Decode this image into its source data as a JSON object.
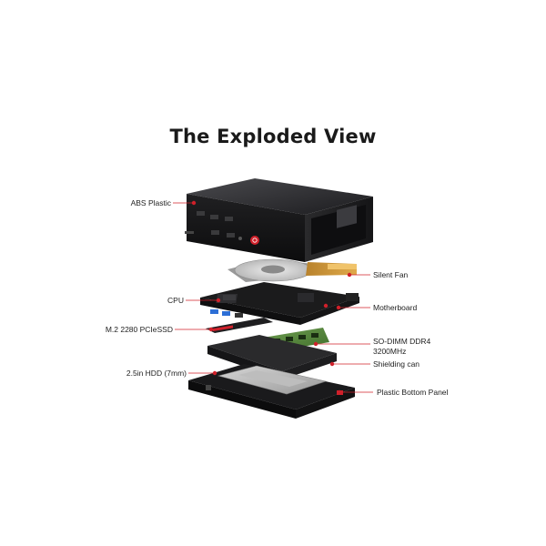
{
  "title": "The Exploded View",
  "accent_color": "#d0202a",
  "labels": {
    "abs_plastic": "ABS Plastic",
    "cpu": "CPU",
    "m2_ssd": "M.2 2280 PCIeSSD",
    "hdd": "2.5in HDD (7mm)",
    "silent_fan": "Silent Fan",
    "motherboard": "Motherboard",
    "sodimm_line1": "SO-DIMM DDR4",
    "sodimm_line2": "3200MHz",
    "shielding_can": "Shielding can",
    "bottom_panel": "Plastic Bottom Panel"
  }
}
